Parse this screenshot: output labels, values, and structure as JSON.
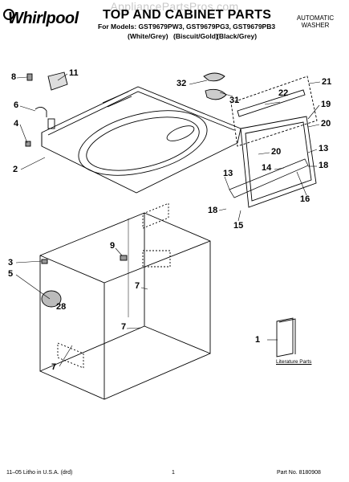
{
  "header": {
    "watermark": "AppliancePartsPros.com",
    "brand": "Whirlpool",
    "title": "TOP AND CABINET PARTS",
    "models": "For Models: GST9679PW3, GST9679PG3, GST9679PB3",
    "colors": [
      "(White/Grey)",
      "(Biscuit/Gold)",
      "(Black/Grey)"
    ],
    "product_type": [
      "AUTOMATIC",
      "WASHER"
    ]
  },
  "callouts": {
    "n1": "1",
    "n2": "2",
    "n3": "3",
    "n4": "4",
    "n5": "5",
    "n6": "6",
    "n7a": "7",
    "n7b": "7",
    "n7c": "7",
    "n8": "8",
    "n9": "9",
    "n11": "11",
    "n13a": "13",
    "n13b": "13",
    "n14": "14",
    "n15": "15",
    "n16": "16",
    "n18a": "18",
    "n18b": "18",
    "n19": "19",
    "n20a": "20",
    "n20b": "20",
    "n21": "21",
    "n22": "22",
    "n28": "28",
    "n31": "31",
    "n32": "32"
  },
  "literature_label": "Literature Parts",
  "footer": {
    "left": "11–05 Litho in U.S.A. (drd)",
    "page": "1",
    "part_no": "Part No. 8180908"
  },
  "colors": {
    "ink": "#000000",
    "watermark": "#c9c9c9",
    "background": "#ffffff"
  }
}
